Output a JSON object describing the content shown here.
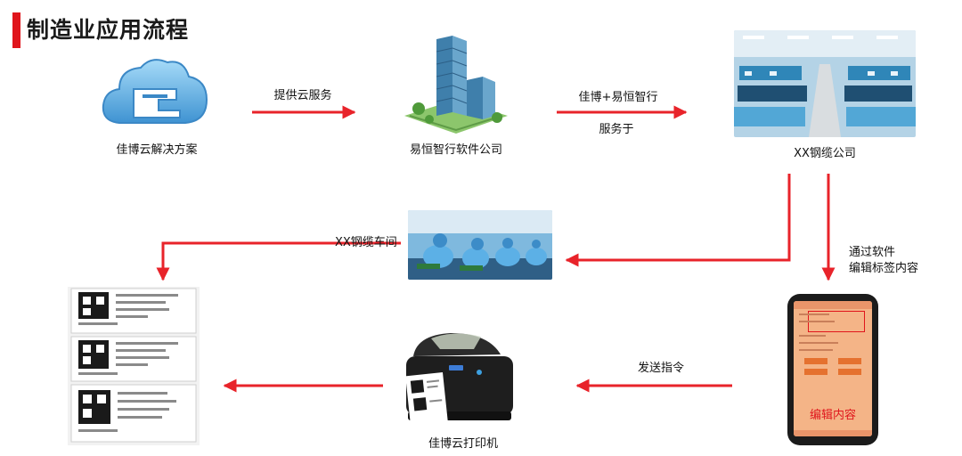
{
  "title": "制造业应用流程",
  "nodes": {
    "cloud": "佳博云解决方案",
    "software_company": "易恒智行软件公司",
    "cable_company": "XX钢缆公司",
    "printer": "佳博云打印机"
  },
  "edges": {
    "provide_service": "提供云服务",
    "serve_line1": "佳博+易恒智行",
    "serve_line2": "服务于",
    "workshop": "XX钢缆车间",
    "edit_line1": "通过软件",
    "edit_line2": "编辑标签内容",
    "send": "发送指令"
  },
  "phone": {
    "screen_text": "编辑内容"
  },
  "colors": {
    "accent": "#e0151c",
    "arrow": "#e8232a",
    "phone_screen": "#f4b487",
    "building_glass": "#4c8fb8",
    "cloud": "#6cb5e4"
  }
}
